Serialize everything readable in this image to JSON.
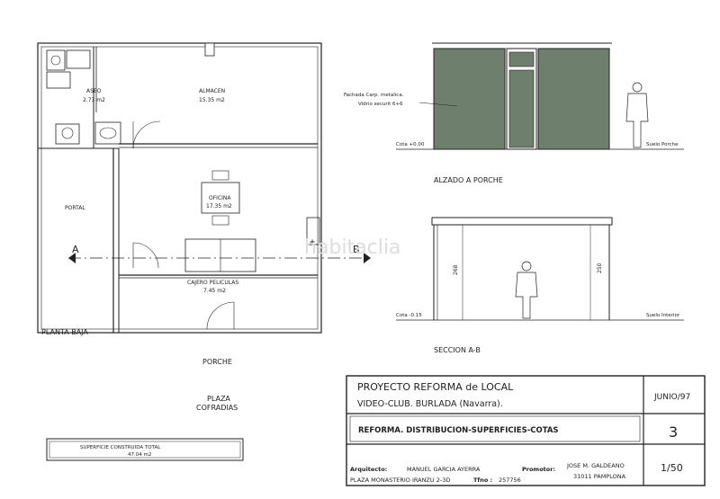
{
  "plan": {
    "title": "PLANTA BAJA",
    "rooms": {
      "aseo": {
        "name": "ASEO",
        "area": "2.73 m2"
      },
      "almacen": {
        "name": "ALMACEN",
        "area": "15.35 m2"
      },
      "oficina": {
        "name": "OFICINA",
        "area": "17.35 m2"
      },
      "cajero": {
        "name": "CAJERO PELICULAS",
        "area": "7.45 m2"
      }
    },
    "portal": "PORTAL",
    "porche": "PORCHE",
    "plaza_line1": "PLAZA",
    "plaza_line2": "COFRADIAS",
    "section_a": "A",
    "section_b": "B",
    "surface_label": "SUPERFICIE CONSTRUIDA TOTAL",
    "surface_value": "47.04 m2"
  },
  "elevation": {
    "title": "ALZADO A PORCHE",
    "note_line1": "Fachada Carp. metalica.",
    "note_line2": "Vidrio securit 6+6",
    "cota": "Cota +0.00",
    "suelo": "Suelo Porche"
  },
  "section": {
    "title": "SECCION A-B",
    "cota": "Cota -0.15",
    "suelo": "Suelo Interior",
    "dim_left": "268",
    "dim_right": "250"
  },
  "title_block": {
    "project_line1": "PROYECTO REFORMA de LOCAL",
    "project_line2": "VIDEO-CLUB.  BURLADA  (Navarra).",
    "date": "JUNIO/97",
    "subject": "REFORMA. DISTRIBUCION-SUPERFICIES-COTAS",
    "sheet_number": "3",
    "scale": "1/50",
    "architect_label": "Arquitecto:",
    "architect_name": "MANUEL GARCIA AYERRA",
    "architect_address": "PLAZA MONASTERIO IRANZU 2-3D",
    "phone_label": "Tfno :",
    "phone": "257756",
    "promoter_label": "Promotor:",
    "promoter_name": "JOSE M. GALDEANO",
    "promoter_city": "31011  PAMPLONA"
  },
  "watermark": "habitaclia"
}
